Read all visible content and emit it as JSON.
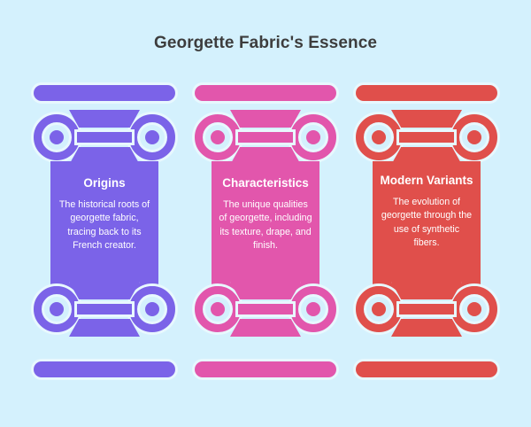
{
  "page": {
    "title": "Georgette Fabric's Essence",
    "background_color": "#d4f1fd",
    "outline_color": "#e8f8fe",
    "title_color": "#3d3d3d"
  },
  "columns": [
    {
      "id": "origins",
      "heading": "Origins",
      "body": "The historical roots of georgette fabric, tracing back to its French creator.",
      "color": "#7b63e8",
      "text_color": "#ffffff"
    },
    {
      "id": "characteristics",
      "heading": "Characteristics",
      "body": "The unique qualities of georgette, including its texture, drape, and finish.",
      "color": "#e256ac",
      "text_color": "#ffffff"
    },
    {
      "id": "modern-variants",
      "heading": "Modern Variants",
      "body": "The evolution of georgette through the use of synthetic fibers.",
      "color": "#e04f4b",
      "text_color": "#ffffff"
    }
  ]
}
